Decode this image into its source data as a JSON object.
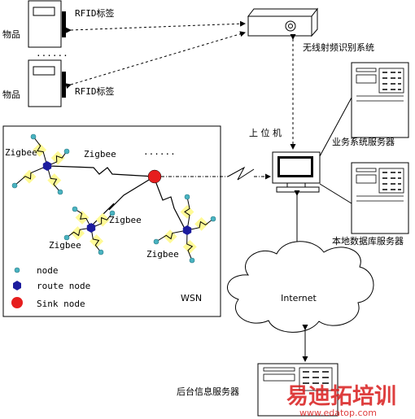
{
  "items": {
    "label_top": "物品",
    "label_bottom": "物品",
    "ellipsis": "......"
  },
  "rfid": {
    "tag_top": "RFID标签",
    "tag_bottom": "RFID标签",
    "system": "无线射频识别系统"
  },
  "pc": {
    "label": "上 位 机"
  },
  "servers": {
    "business": "业务系统服务器",
    "database": "本地数据库服务器",
    "backend": "后台信息服务器"
  },
  "internet": {
    "label": "Internet"
  },
  "wsn": {
    "title": "WSN",
    "ellipsis": "......",
    "zigbee_labels": [
      "Zigbee",
      "Zigbee",
      "Zigbee",
      "Zigbee",
      "Zigbee"
    ],
    "legend": {
      "node": "node",
      "route_node": "route node",
      "sink_node": "Sink node"
    }
  },
  "colors": {
    "node": "#49b3c1",
    "route_node": "#1c1c9e",
    "sink_node": "#e61e1e",
    "bolt_glow": "#fffa96",
    "watermark": "#d81c1c"
  },
  "watermark": {
    "main": "易迪拓培训",
    "url": "www.edatop.com"
  }
}
